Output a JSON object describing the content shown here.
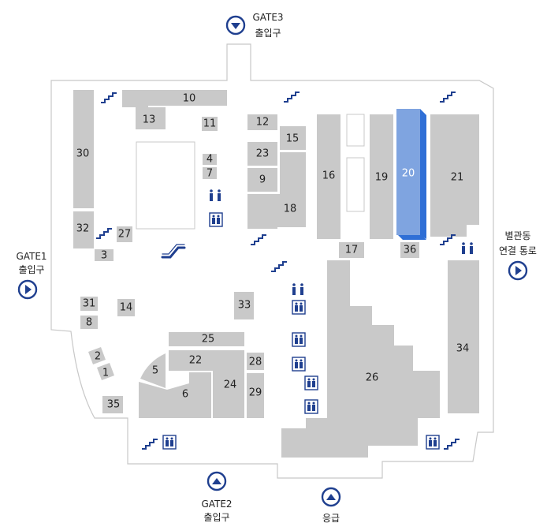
{
  "gates": {
    "gate3": {
      "line1": "GATE3",
      "line2": "출입구"
    },
    "gate1": {
      "line1": "GATE1",
      "line2": "출입구"
    },
    "gate2": {
      "line1": "GATE2",
      "line2": "출입구"
    },
    "annex": {
      "line1": "별관동",
      "line2": "연결 통로"
    },
    "emergency": {
      "line1": "응급"
    }
  },
  "rooms": [
    {
      "id": "r10",
      "label": "10"
    },
    {
      "id": "r13",
      "label": "13"
    },
    {
      "id": "r11",
      "label": "11"
    },
    {
      "id": "r30",
      "label": "30"
    },
    {
      "id": "r32",
      "label": "32"
    },
    {
      "id": "r27",
      "label": "27"
    },
    {
      "id": "r3",
      "label": "3"
    },
    {
      "id": "r4",
      "label": "4"
    },
    {
      "id": "r7",
      "label": "7"
    },
    {
      "id": "r12",
      "label": "12"
    },
    {
      "id": "r15",
      "label": "15"
    },
    {
      "id": "r23",
      "label": "23"
    },
    {
      "id": "r9",
      "label": "9"
    },
    {
      "id": "r18",
      "label": "18"
    },
    {
      "id": "r16",
      "label": "16"
    },
    {
      "id": "r19",
      "label": "19"
    },
    {
      "id": "r20",
      "label": "20"
    },
    {
      "id": "r21",
      "label": "21"
    },
    {
      "id": "r17",
      "label": "17"
    },
    {
      "id": "r36",
      "label": "36"
    },
    {
      "id": "r31",
      "label": "31"
    },
    {
      "id": "r8",
      "label": "8"
    },
    {
      "id": "r14",
      "label": "14"
    },
    {
      "id": "r33",
      "label": "33"
    },
    {
      "id": "r25",
      "label": "25"
    },
    {
      "id": "r22",
      "label": "22"
    },
    {
      "id": "r5",
      "label": "5"
    },
    {
      "id": "r6",
      "label": "6"
    },
    {
      "id": "r24",
      "label": "24"
    },
    {
      "id": "r28",
      "label": "28"
    },
    {
      "id": "r29",
      "label": "29"
    },
    {
      "id": "r2",
      "label": "2"
    },
    {
      "id": "r1",
      "label": "1"
    },
    {
      "id": "r35",
      "label": "35"
    },
    {
      "id": "r26",
      "label": "26"
    },
    {
      "id": "r34",
      "label": "34"
    }
  ],
  "colors": {
    "block": "#c9c9c9",
    "highlight": "#7fa4e0",
    "highlight_side": "#2f6fd6",
    "icon": "#1f3f8f"
  }
}
